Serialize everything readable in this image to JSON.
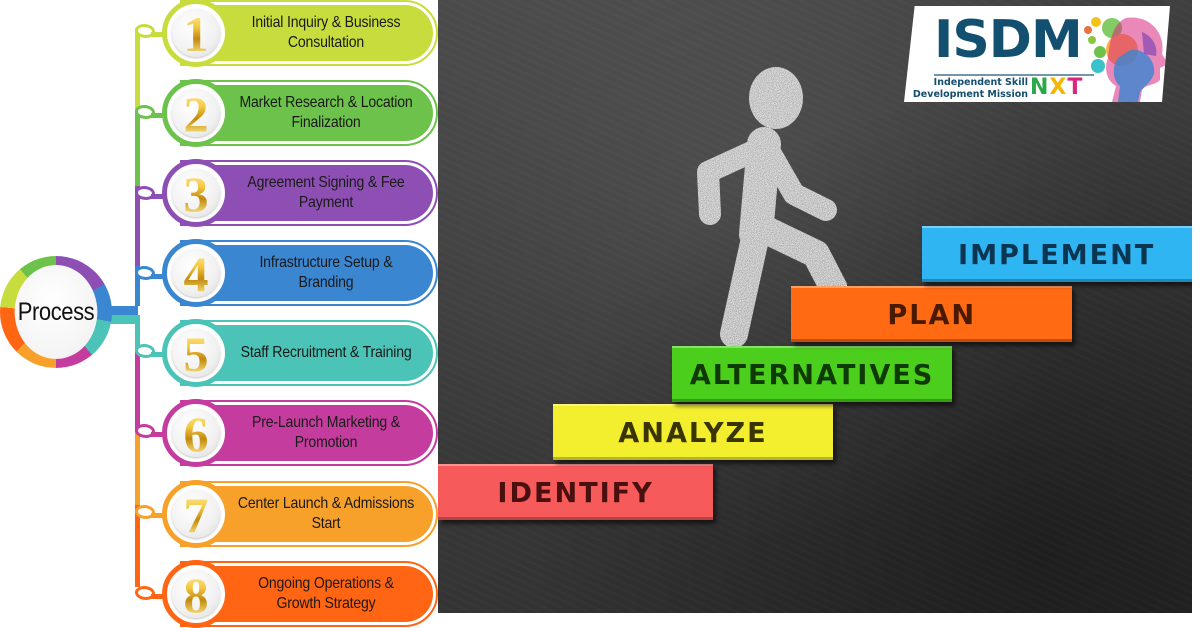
{
  "process": {
    "hub_label": "Process",
    "steps": [
      {
        "number": "1",
        "label": "Initial Inquiry & Business Consultation",
        "color": "#c9dc3e",
        "ring": "#c9dc3e"
      },
      {
        "number": "2",
        "label": "Market Research & Location Finalization",
        "color": "#6cc24a",
        "ring": "#6cc24a"
      },
      {
        "number": "3",
        "label": "Agreement Signing & Fee Payment",
        "color": "#8e4fb5",
        "ring": "#8e4fb5"
      },
      {
        "number": "4",
        "label": "Infrastructure Setup & Branding",
        "color": "#3b86d1",
        "ring": "#3b86d1"
      },
      {
        "number": "5",
        "label": "Staff Recruitment & Training",
        "color": "#4bc3b6",
        "ring": "#4bc3b6"
      },
      {
        "number": "6",
        "label": "Pre-Launch Marketing & Promotion",
        "color": "#c43c9e",
        "ring": "#c43c9e"
      },
      {
        "number": "7",
        "label": "Center Launch & Admissions Start",
        "color": "#f7a12a",
        "ring": "#f7a12a"
      },
      {
        "number": "8",
        "label": "Ongoing Operations & Growth Strategy",
        "color": "#ff6512",
        "ring": "#ff6512"
      }
    ]
  },
  "staircase": {
    "steps": [
      {
        "label": "IDENTIFY",
        "color": "#f75a5a",
        "text_color": "#4a1010"
      },
      {
        "label": "ANALYZE",
        "color": "#f4ef2e",
        "text_color": "#3a3500"
      },
      {
        "label": "ALTERNATIVES",
        "color": "#4ccf1c",
        "text_color": "#0f3a05"
      },
      {
        "label": "PLAN",
        "color": "#ff6a13",
        "text_color": "#4a1a00"
      },
      {
        "label": "IMPLEMENT",
        "color": "#2fb5f2",
        "text_color": "#0b3550"
      }
    ]
  },
  "logo": {
    "brand": "ISDM",
    "tagline_line1": "Independent Skill",
    "tagline_line2": "Development Mission",
    "nxt": [
      "N",
      "X",
      "T"
    ],
    "nxt_colors": [
      "#2aa84a",
      "#f2b705",
      "#d9267f"
    ],
    "brand_color": "#134f6f"
  }
}
